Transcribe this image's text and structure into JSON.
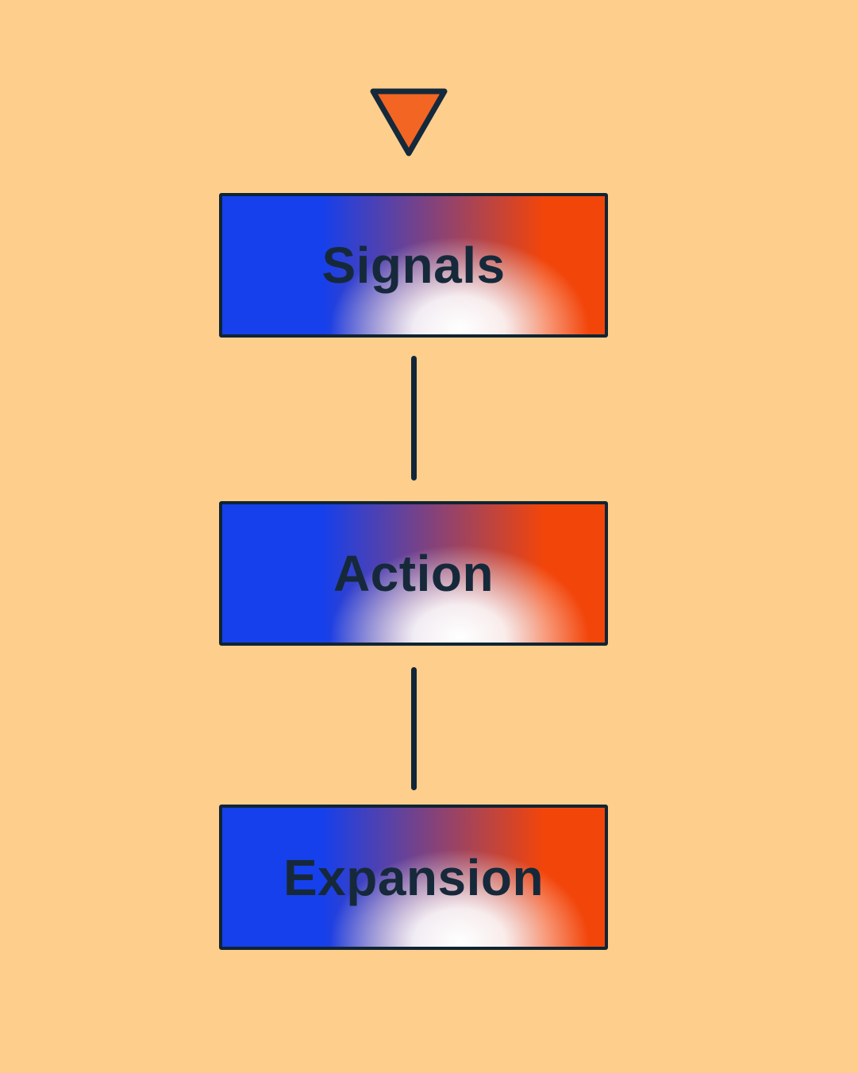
{
  "flow": {
    "start_marker": {
      "icon": "triangle-down-icon"
    },
    "nodes": [
      {
        "label": "Signals"
      },
      {
        "label": "Action"
      },
      {
        "label": "Expansion"
      }
    ],
    "colors": {
      "background": "#FDCE8C",
      "node_gradient_left": "#1540EC",
      "node_gradient_right": "#F2450A",
      "node_glow": "#FFFFFF",
      "node_border": "#0F2433",
      "node_text": "#16293A",
      "connector": "#112639",
      "triangle_fill": "#F26522",
      "triangle_stroke": "#14293B"
    }
  }
}
